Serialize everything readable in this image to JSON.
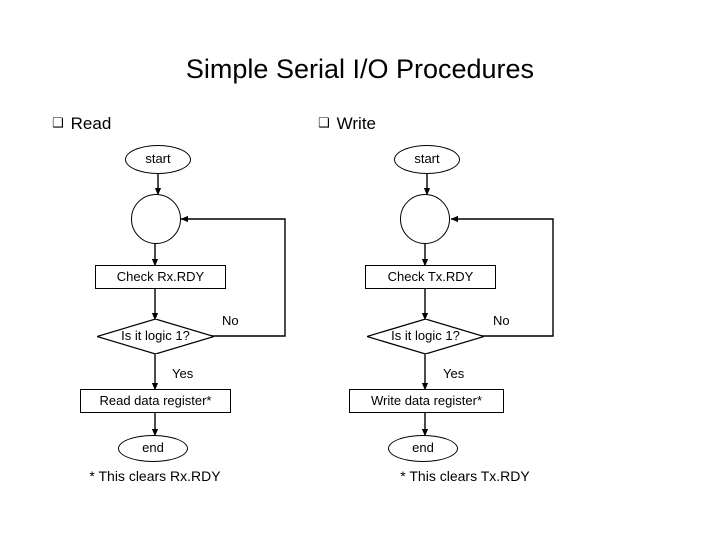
{
  "slide": {
    "title": "Simple Serial I/O Procedures",
    "background": "#ffffff",
    "text_color": "#000000"
  },
  "bullets": [
    {
      "glyph": "❑",
      "label": "Read"
    },
    {
      "glyph": "❑",
      "label": "Write"
    }
  ],
  "read_flow": {
    "start": "start",
    "junction": "",
    "check": "Check Rx.RDY",
    "decision": "Is it logic 1?",
    "no_label": "No",
    "yes_label": "Yes",
    "action": "Read data register*",
    "end": "end",
    "footnote": "* This clears Rx.RDY"
  },
  "write_flow": {
    "start": "start",
    "junction": "",
    "check": "Check Tx.RDY",
    "decision": "Is it logic 1?",
    "no_label": "No",
    "yes_label": "Yes",
    "action": "Write data register*",
    "end": "end",
    "footnote": "* This clears Tx.RDY"
  }
}
